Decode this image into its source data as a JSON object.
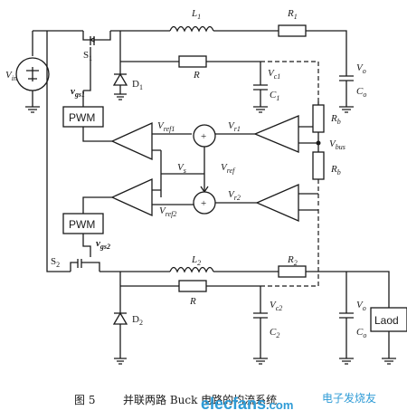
{
  "labels": {
    "L1": "L",
    "L1_sub": "1",
    "R1": "R",
    "R1_sub": "1",
    "Vin": "V",
    "Vin_sub": "in",
    "S1": "S",
    "S1_sub": "1",
    "D1": "D",
    "D1_sub": "1",
    "R_top": "R",
    "Vc1": "V",
    "Vc1_sub": "c1",
    "C1": "C",
    "C1_sub": "1",
    "Vo_top": "V",
    "Vo_top_sub": "o",
    "Co_top": "C",
    "Co_top_sub": "o",
    "vgs1": "v",
    "vgs1_sub": "gs1",
    "pwm1": "PWM",
    "Vref1": "V",
    "Vref1_sub": "ref1",
    "Vr1": "V",
    "Vr1_sub": "r1",
    "Rb_top": "R",
    "Rb_top_sub": "b",
    "Vs": "V",
    "Vs_sub": "s",
    "Vref": "V",
    "Vref_sub": "ref",
    "Vbus": "V",
    "Vbus_sub": "bus",
    "Vref2": "V",
    "Vref2_sub": "ref2",
    "Vr2": "V",
    "Vr2_sub": "r2",
    "Rb_bot": "R",
    "Rb_bot_sub": "b",
    "pwm2": "PWM",
    "vgs2": "v",
    "vgs2_sub": "gs2",
    "S2": "S",
    "S2_sub": "2",
    "L2": "L",
    "L2_sub": "2",
    "R2": "R",
    "R2_sub": "2",
    "R_bot": "R",
    "D2": "D",
    "D2_sub": "2",
    "Vc2": "V",
    "Vc2_sub": "c2",
    "C2": "C",
    "C2_sub": "2",
    "Vo_bot": "V",
    "Vo_bot_sub": "o",
    "Co_bot": "C",
    "Co_bot_sub": "o",
    "load": "Laod",
    "plus1": "+",
    "plus2": "+"
  },
  "caption": {
    "fig": "图 5",
    "text": "并联两路 Buck 电路的均流系统"
  },
  "watermark": {
    "brand": "elecfans",
    "domain": ".com",
    "cn": "电子发烧友"
  }
}
